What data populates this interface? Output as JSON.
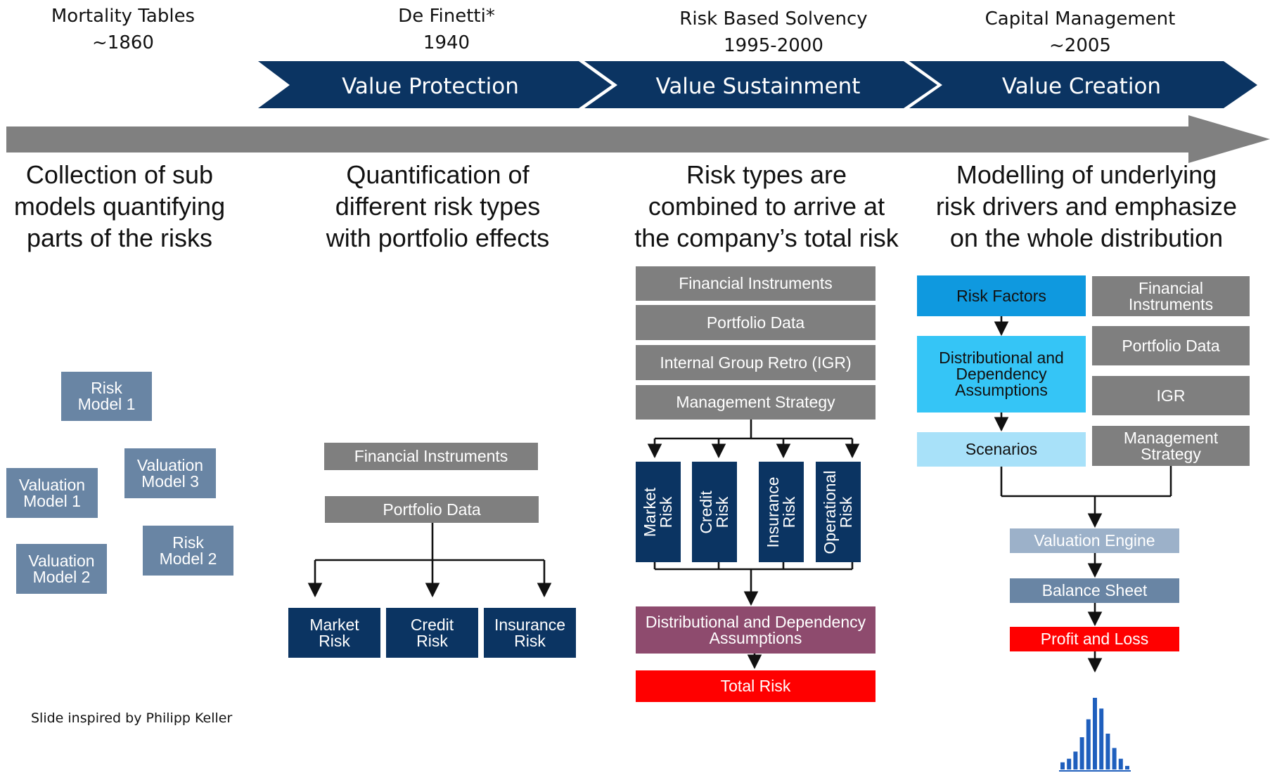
{
  "timeline": {
    "eras": [
      {
        "title": "Mortality Tables",
        "year": "~1860"
      },
      {
        "title": "De Finetti*",
        "year": "1940"
      },
      {
        "title": "Risk Based Solvency",
        "year": "1995-2000"
      },
      {
        "title": "Capital Management",
        "year": "~2005"
      }
    ],
    "phases": [
      "Value Protection",
      "Value Sustainment",
      "Value Creation"
    ]
  },
  "descriptions": [
    [
      "Collection of sub",
      "models quantifying",
      "parts of the risks"
    ],
    [
      "Quantification of",
      "different risk types",
      "with portfolio effects"
    ],
    [
      "Risk types are",
      "combined to arrive at",
      "the company’s total risk"
    ],
    [
      "Modelling of underlying",
      "risk drivers and emphasize",
      "on the whole distribution"
    ]
  ],
  "stage1": {
    "models": [
      [
        "Risk",
        "Model 1"
      ],
      [
        "Valuation",
        "Model 3"
      ],
      [
        "Valuation",
        "Model 1"
      ],
      [
        "Risk",
        "Model 2"
      ],
      [
        "Valuation",
        "Model 2"
      ]
    ]
  },
  "stage2": {
    "inputs": [
      "Financial Instruments",
      "Portfolio Data"
    ],
    "risks": [
      [
        "Market",
        "Risk"
      ],
      [
        "Credit",
        "Risk"
      ],
      [
        "Insurance",
        "Risk"
      ]
    ]
  },
  "stage3": {
    "inputs": [
      "Financial Instruments",
      "Portfolio Data",
      "Internal Group Retro (IGR)",
      "Management Strategy"
    ],
    "risks": [
      [
        "Market",
        "Risk"
      ],
      [
        "Credit",
        "Risk"
      ],
      [
        "Insurance",
        "Risk"
      ],
      [
        "Operational",
        "Risk"
      ]
    ],
    "assumptions": [
      "Distributional and Dependency",
      "Assumptions"
    ],
    "total": "Total Risk"
  },
  "stage4": {
    "risk_factors": "Risk Factors",
    "assumptions": [
      "Distributional and",
      "Dependency",
      "Assumptions"
    ],
    "scenarios": "Scenarios",
    "inputs": [
      [
        "Financial",
        "Instruments"
      ],
      [
        "Portfolio Data"
      ],
      [
        "IGR"
      ],
      [
        "Management",
        "Strategy"
      ]
    ],
    "engine": "Valuation Engine",
    "balance_sheet": "Balance Sheet",
    "pnl": "Profit and Loss"
  },
  "histogram": {
    "values": [
      2,
      3,
      5,
      9,
      14,
      20,
      17,
      10,
      6,
      3,
      1
    ]
  },
  "footnote": "Slide inspired by Philipp Keller",
  "colors": {
    "navy": "#0b3462",
    "grey": "#7f7f7f",
    "steel": "#6985a4",
    "light_steel": "#9cb1c9",
    "red": "#ff0000",
    "mauve": "#8e4b6e",
    "blue": "#0f99df",
    "sky": "#35c5f6",
    "pale_blue": "#a8e1f9",
    "timeline_arrow": "#808080",
    "histogram": "#1f5fbd"
  }
}
